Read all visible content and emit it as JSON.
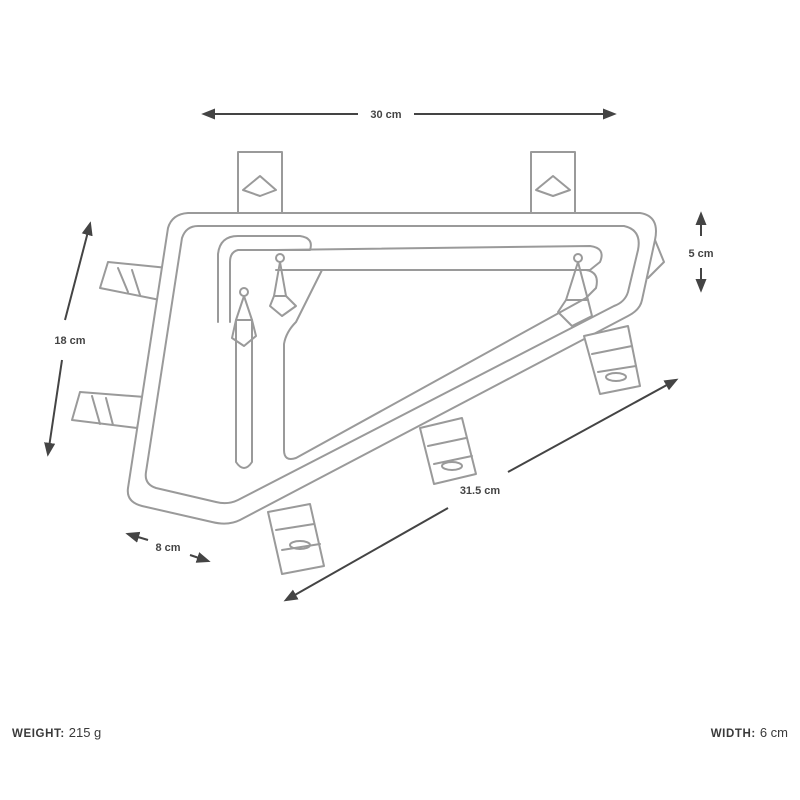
{
  "dimensions": {
    "top_length": "30 cm",
    "height_front": "5 cm",
    "height_rear": "18 cm",
    "bottom_length": "31.5 cm",
    "bottom_width": "8 cm"
  },
  "specs": {
    "weight_label": "WEIGHT:",
    "weight_value": "215 g",
    "width_label": "WIDTH:",
    "width_value": "6 cm"
  }
}
